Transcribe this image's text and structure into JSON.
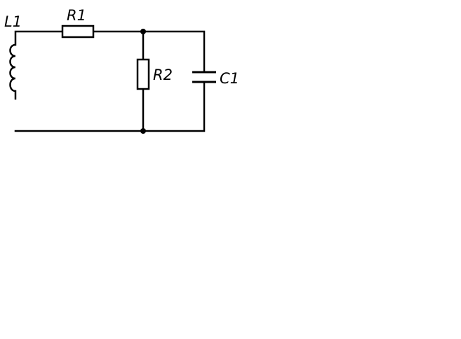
{
  "diagram": {
    "type": "circuit-schematic",
    "components": [
      {
        "id": "L1",
        "kind": "inductor",
        "label": "L1"
      },
      {
        "id": "R1",
        "kind": "resistor",
        "label": "R1"
      },
      {
        "id": "R2",
        "kind": "resistor",
        "label": "R2"
      },
      {
        "id": "C1",
        "kind": "capacitor",
        "label": "C1"
      }
    ],
    "connections": [
      [
        "L1",
        "R1"
      ],
      [
        "R1",
        "R2"
      ],
      [
        "R1",
        "C1"
      ],
      [
        "R2",
        "C1"
      ]
    ],
    "colors": {
      "line": "#000000",
      "background": "#ffffff"
    }
  }
}
